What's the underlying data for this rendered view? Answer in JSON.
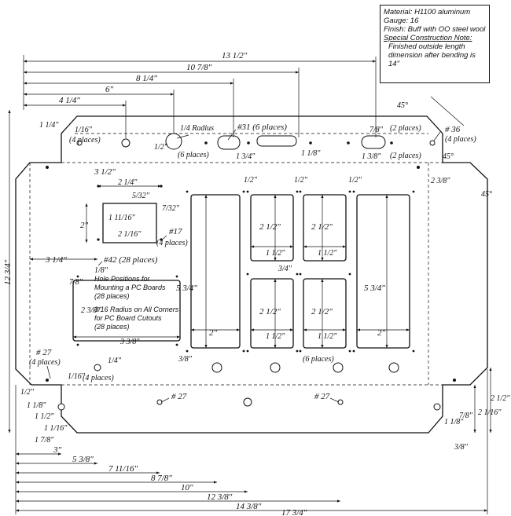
{
  "notes": {
    "material": "Material: H1100 aluminum",
    "gauge": "Gauge: 16",
    "finish": "Finish: Buff with OO steel wool",
    "special_heading": "Special Construction Note:",
    "special_text": "Finished outside length dimension after bending is 14\""
  },
  "top_dims": {
    "d13_5": "13 1/2\"",
    "d10_875": "10 7/8\"",
    "d8_25": "8 1/4\"",
    "d6": "6\"",
    "d4_25": "4 1/4\"",
    "d1_25": "1 1/4\"",
    "d1_16": "1/16\"",
    "d3_5": "3 1/2\"",
    "d2_25": "2 1/4\"",
    "d5_32": "5/32\"",
    "d7_32": "7/32\"",
    "d2": "2\"",
    "d1_11_16": "1 11/16\"",
    "d2_1_16": "2 1/16\"",
    "d3_25": "3 1/4\"",
    "d12_75": "12 3/4\"",
    "d1_2a": "1/2\"",
    "d1_2b": "1/2\"",
    "d1_2c": "1/2\"",
    "d2_375": "2 3/8\"",
    "d1_75": "1 3/4\"",
    "d1_125": "1 1/8\"",
    "d1_875": "1 3/8\"",
    "d7_8": "7/8\"",
    "d1_2r": "1/2\""
  },
  "labels": {
    "four_places": "(4 places)",
    "radius_quarter": "1/4 Radius",
    "six_places": "(6 places)",
    "no31": "#31 (6 places)",
    "two_places_a": "(2 places)",
    "two_places_b": "(2 places)",
    "no36": "# 36",
    "no36_places": "(4 places)",
    "deg45a": "45°",
    "deg45b": "45°",
    "deg45c": "45°",
    "no17": "#17",
    "no17_places": "(4 places)",
    "no42": "#42 (28 places)",
    "hole_positions": "Hole Positions for",
    "hole_positions2": "Mounting a PC Boards",
    "hole_positions3": "(28 places)",
    "radius_corners": "3/16 Radius on All Corners",
    "radius_corners2": "for PC Board Cutouts",
    "radius_corners3": "(28 places)",
    "no27a": "# 27",
    "no27a_places": "(4 places)",
    "no27b": "# 27",
    "no27c": "# 27",
    "six_places_b": "(6 places)",
    "four_places_b": "(4 places)",
    "q1_16": "1/16\""
  },
  "cutout_dims": {
    "c2_5a": "2 1/2\"",
    "c2_5b": "2 1/2\"",
    "c1_5a": "1 1/2\"",
    "c1_5b": "1 1/2\"",
    "c3_4": "3/4\"",
    "c5_75a": "5 3/4\"",
    "c5_75b": "5 3/4\"",
    "c2_5c": "2 1/2\"",
    "c2_5d": "2 1/2\"",
    "c1_5c": "1 1/2\"",
    "c1_5d": "1 1/2\"",
    "c2a": "2\"",
    "c2b": "2\"",
    "c3_375": "3 3/8\"",
    "c2_375": "2 3/8\"",
    "c1_8": "1/8\"",
    "c7_8": "7/8\"",
    "c3_8": "3/8\"",
    "c1_4": "1/4\""
  },
  "bottom_dims": {
    "b1_2": "1/2\"",
    "b1_8": "1 1/8\"",
    "b1_5": "1 1/2\"",
    "b1_16": "1 1/16\"",
    "b1_875": "1 7/8\"",
    "b3": "3\"",
    "b5_375": "5 3/8\"",
    "b7_11_16": "7 11/16\"",
    "b8_875": "8 7/8\"",
    "b10": "10\"",
    "b12_375": "12 3/8\"",
    "b14_375": "14 3/8\"",
    "b17_75": "17 3/4\"",
    "r2_5": "2 1/2\"",
    "r1_125": "1 1/8\"",
    "r2_1_16": "2 1/16\"",
    "r7_8": "7/8\"",
    "r3_8": "3/8\""
  }
}
